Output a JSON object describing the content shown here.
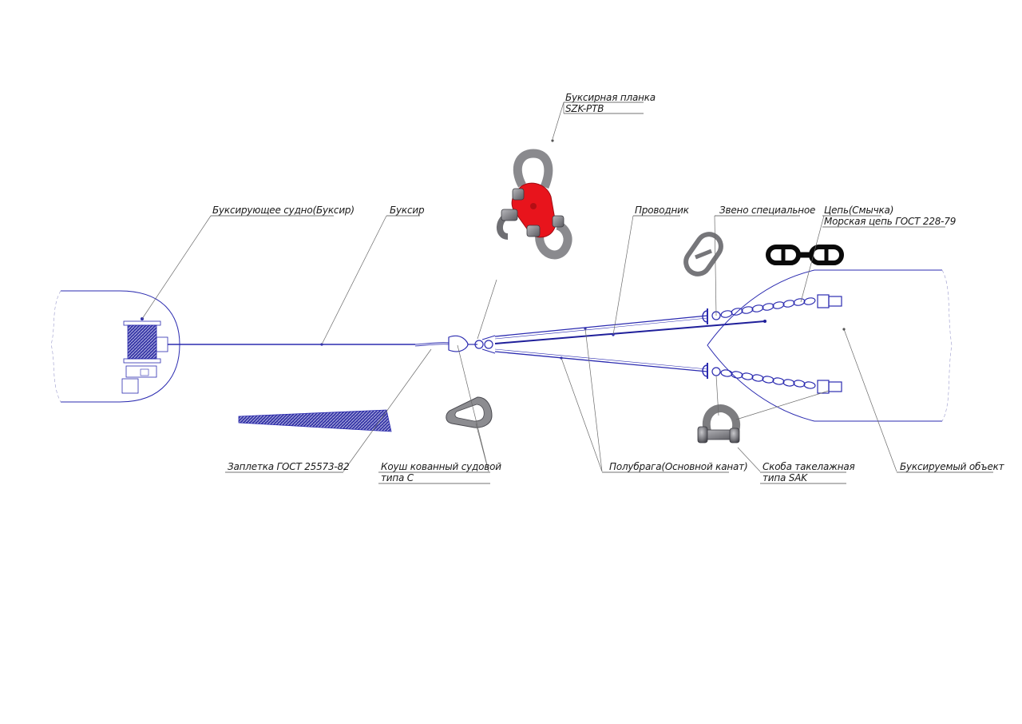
{
  "labels": {
    "towing_bracket_l1": "Буксирная планка",
    "towing_bracket_l2": "SZK-PTB",
    "tug_vessel": "Буксирующее судно(Буксир)",
    "tow_line": "Буксир",
    "pennant": "Проводник",
    "special_link": "Звено специальное",
    "chain_l1": "Цепь(Смычка)",
    "chain_l2": "Морская цепь ГОСТ 228-79",
    "splice": "Заплетка ГОСТ 25573-82",
    "thimble_l1": "Коуш кованный судовой",
    "thimble_l2": "типа С",
    "bridle": "Полубрага(Основной канат)",
    "shackle_l1": "Скоба такелажная",
    "shackle_l2": "типа SAK",
    "towed_object": "Буксируемый объект"
  },
  "colors": {
    "outline": "#2b2bb0",
    "bracket_plate": "#e8141c",
    "hardware_grey": "#7d7d80",
    "chain_black": "#0a0a0a"
  },
  "icons": [
    "towing-bracket-icon",
    "winch-icon",
    "splice-icon",
    "thimble-icon",
    "special-link-icon",
    "chain-link-icon",
    "shackle-icon"
  ]
}
